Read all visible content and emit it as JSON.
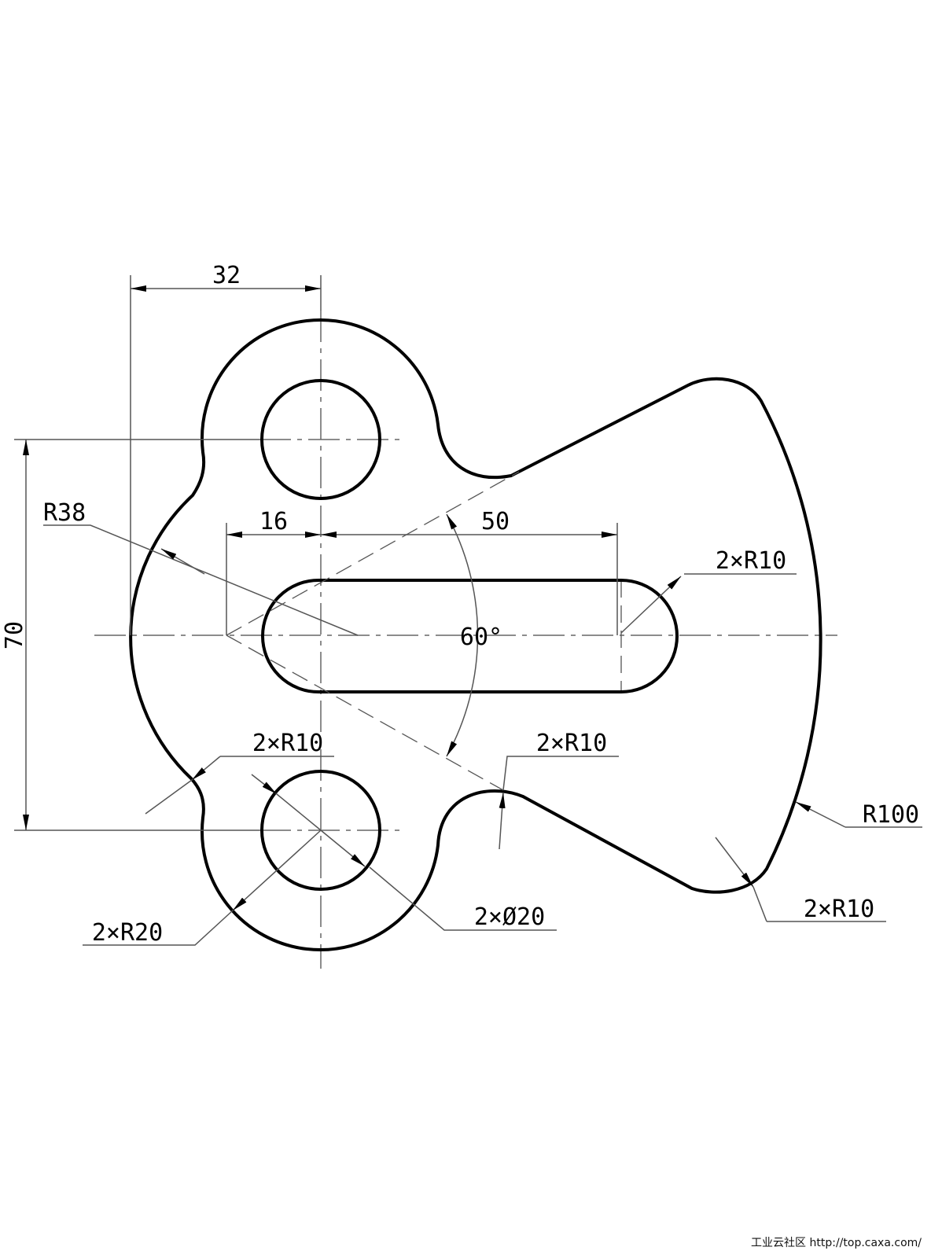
{
  "dimensions": {
    "width_32": "32",
    "height_70": "70",
    "offset_16": "16",
    "slot_50": "50",
    "radius_r38": "R38",
    "angle_60": "60°",
    "slot_r10": "2×R10",
    "left_r10": "2×R10",
    "mid_r10": "2×R10",
    "radius_r100": "R100",
    "right_r10": "2×R10",
    "holes_d20": "2×Ø20",
    "bosses_r20": "2×R20"
  },
  "watermark": "工业云社区 http://top.caxa.com/"
}
